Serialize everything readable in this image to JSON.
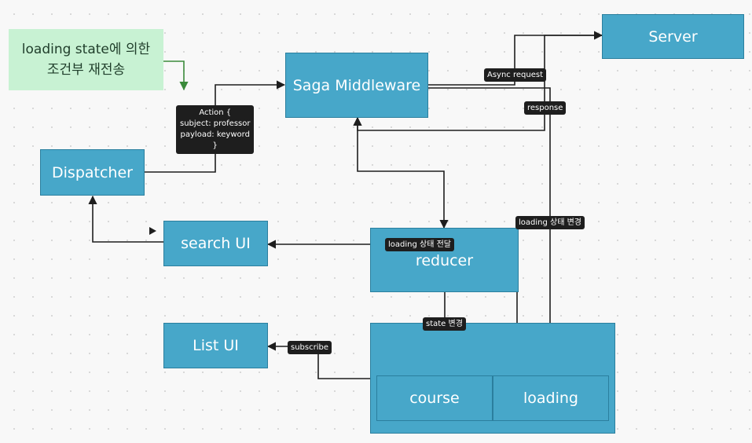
{
  "note": {
    "line1": "loading state에 의한",
    "line2": "조건부 재전송"
  },
  "nodes": {
    "server": "Server",
    "saga": "Saga Middleware",
    "dispatcher": "Dispatcher",
    "search_ui": "search UI",
    "reducer": "reducer",
    "list_ui": "List UI",
    "course": "course",
    "loading": "loading"
  },
  "edge_labels": {
    "action": [
      "Action {",
      "subject: professor",
      "payload: keyword",
      "}"
    ],
    "async_request": "Async request",
    "response": "response",
    "loading_change": "loading 상태 변경",
    "loading_deliver": "loading 상태 전달",
    "state_change": "state 변경",
    "subscribe": "subscribe"
  },
  "colors": {
    "node_fill": "#47a7c9",
    "node_border": "#2b7f9e",
    "note_fill": "#c8f2d3",
    "note_arrow": "#3a8a3a",
    "connector": "#1e1e1e",
    "label_fill": "#1e1e1e"
  }
}
